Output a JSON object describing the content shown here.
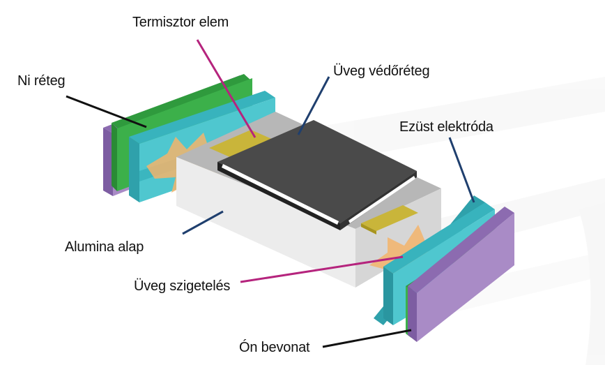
{
  "labels": {
    "termisztor": "Termisztor elem",
    "ni_reteg": "Ni réteg",
    "uveg_vedoreteg": "Üveg védőréteg",
    "ezust_elektroda": "Ezüst elektróda",
    "alumina_alap": "Alumina alap",
    "uveg_szigeteles": "Üveg szigetelés",
    "on_bevonat": "Ón bevonat"
  },
  "colors": {
    "leader_magenta": "#b5247d",
    "leader_navy": "#1f3f6e",
    "leader_black": "#111111",
    "ni_layer": "#a98bc6",
    "tin_layer": "#3cb04a",
    "silver_electrode": "#4fc7cf",
    "glass_protection": "#4a4a4a",
    "alumina": "#ececec",
    "thermistor": "#c9b53a",
    "glass_insulation": "#f3b46b"
  }
}
